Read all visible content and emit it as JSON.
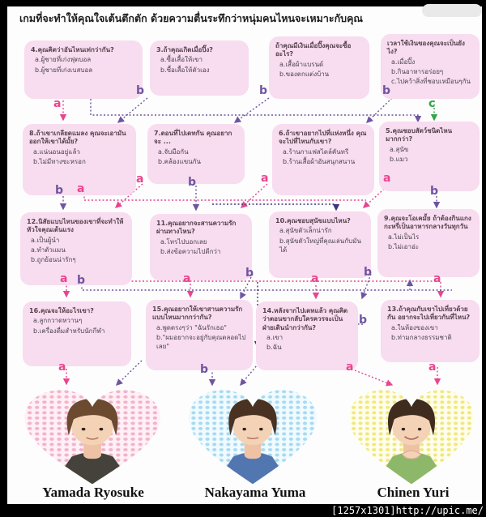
{
  "title": "เกมที่จะทำให้คุณใจเต้นตึกตัก ด้วยความตื่นระทึกว่าหนุ่มคนไหนจะเหมาะกับคุณ",
  "boxes": [
    {
      "q": "เวลาใช้เงินของคุณจะเป็นยังไง?",
      "options": [
        "a.เมื่อปิ๊ง",
        "b.กินอาหารอร่อยๆ",
        "c.ไปคว้าสิ่งที่ชอบเหมือนๆกัน"
      ]
    },
    {
      "q": "ถ้าคุณมีเงินเมื่อปิ๊งคุณจะซื้ออะไร?",
      "options": [
        "a.เสื้อผ้าแบรนด์",
        "b.ของตกแต่งบ้าน"
      ]
    },
    {
      "q": "3.ถ้าคุณเกิดเมื่อปิ๊ง?",
      "options": [
        "a.ซื้อเสื้อให้เขา",
        "b.ซื้อเสื้อให้ตัวเอง"
      ]
    },
    {
      "q": "4.คุณคิดว่าอันไหนเท่กว่ากัน?",
      "options": [
        "a.ผู้ชายที่เก่งฟุตบอล",
        "b.ผู้ชายที่เก่งเบสบอล"
      ]
    },
    {
      "q": "5.คุณชอบสัตว์ชนิดไหนมากกว่า?",
      "options": [
        "a.สุนัข",
        "b.แมว"
      ]
    },
    {
      "q": "6.ถ้าเขาอยากไปที่แห่งหนึ่ง คุณจะไปที่ไหนกับเขา?",
      "options": [
        "a.ร้านกาแฟสไตล์คันทรี",
        "b.ร้านเสื้อผ้าอันสนุกสนาน"
      ]
    },
    {
      "q": "7.ตอนที่ไปเดทกัน คุณอยากจะ ...",
      "options": [
        "a.จับมือกัน",
        "b.คล้องแขนกัน"
      ]
    },
    {
      "q": "8.ถ้าเขาเกลียดแมลง คุณจะเอามันออกให้เขาได้มั้ย?",
      "options": [
        "a.แน่นอนอยู่แล้ว",
        "b.ไม่มีทางซะหรอก"
      ]
    },
    {
      "q": "9.คุณจะโอเคมั้ย ถ้าต้องกินแกงกะหรี่เป็นอาหารกลางวันทุกวัน",
      "options": [
        "a.ไม่เป็นไร",
        "b.ไม่เอาอ่ะ"
      ]
    },
    {
      "q": "10.คุณชอบสุนัขแบบไหน?",
      "options": [
        "a.สุนัขตัวเล็กน่ารัก",
        "b.สุนัขตัวใหญ่ที่คุณเล่นกับมันได้"
      ]
    },
    {
      "q": "11.คุณอยากจะสานความรักผ่านทางไหน?",
      "options": [
        "a.โทรไปบอกเลย",
        "b.ส่งข้อความไปดีกว่า"
      ]
    },
    {
      "q": "12.นิสัยแบบไหนของเขาที่จะทำให้หัวใจคุณเต้นแรง",
      "options": [
        "a.เป็นผู้นำ",
        "a.ทำตัวแมน",
        "b.ถูกย้อนน่ารักๆ"
      ]
    },
    {
      "q": "13.ถ้าคุณกับเขาไปเที่ยวด้วยกัน อยากจะไปเที่ยวกันที่ไหน?",
      "options": [
        "a.ในห้องของเขา",
        "b.ท่ามกลางธรรมชาติ"
      ]
    },
    {
      "q": "14.หลังจากไปเดทแล้ว คุณคิดว่าตอนขากลับใครควรจะเป็นฝ่ายเดินนำกว่ากัน?",
      "options": [
        "a.เขา",
        "b.ฉัน"
      ]
    },
    {
      "q": "15.คุณอยากให้เขาสานความรักแบบไหนมากกว่ากัน?",
      "options": [
        "a.พูดตรงๆว่า \"ฉันรักเธอ\"",
        "b.\"ผมอยากจะอยู่กับคุณตลอดไปเลย\""
      ]
    },
    {
      "q": "16.คุณจะให้อะไรเขา?",
      "options": [
        "a.ลูกกวาดหวานๆ",
        "b.เครื่องดื่มสำหรับนักกีฬา"
      ]
    }
  ],
  "routes": [
    {
      "label": "a"
    },
    {
      "label": "b"
    },
    {
      "label": "b"
    },
    {
      "label": "b"
    },
    {
      "label": "c"
    },
    {
      "label": "b"
    },
    {
      "label": "a"
    },
    {
      "label": "a"
    },
    {
      "label": "b"
    },
    {
      "label": "a"
    },
    {
      "label": "a"
    },
    {
      "label": "b"
    },
    {
      "label": "a"
    },
    {
      "label": "b"
    },
    {
      "label": "a"
    },
    {
      "label": "b"
    },
    {
      "label": "a"
    },
    {
      "label": "b"
    },
    {
      "label": "a"
    },
    {
      "label": "b"
    },
    {
      "label": "a"
    },
    {
      "label": "b"
    },
    {
      "label": "a"
    },
    {
      "label": "a"
    }
  ],
  "results": [
    {
      "name": "Yamada Ryosuke",
      "heart_color": "#f2b3cc"
    },
    {
      "name": "Nakayama Yuma",
      "heart_color": "#a7daf0"
    },
    {
      "name": "Chinen Yuri",
      "heart_color": "#f0e87e"
    }
  ],
  "colors": {
    "box_bg": "#f8dcef",
    "route_a": "#e8458f",
    "route_b": "#6f55a0",
    "route_c": "#33a34c",
    "route_dark": "#3a3680"
  },
  "watermark": "[1257x1301]http://upic.me/"
}
